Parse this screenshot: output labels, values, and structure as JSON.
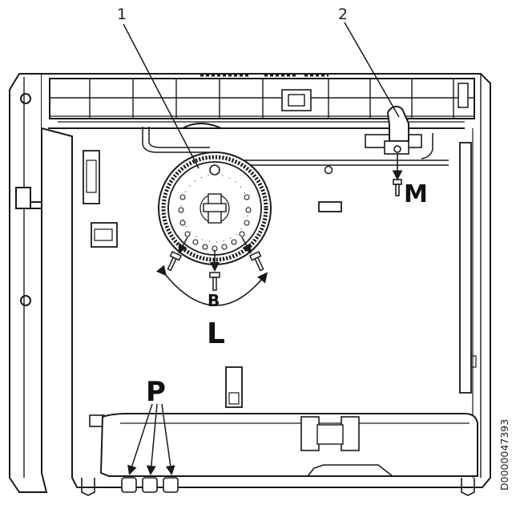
{
  "labels": {
    "callout_1": "1",
    "callout_2": "2",
    "letter_m": "M",
    "letter_b": "B",
    "letter_l": "L",
    "letter_p": "P",
    "doc_code": "D0000047393"
  },
  "colors": {
    "line": "#1a1a1a",
    "panel_fill": "#ffffff",
    "shadow": "#d9d9d9"
  }
}
